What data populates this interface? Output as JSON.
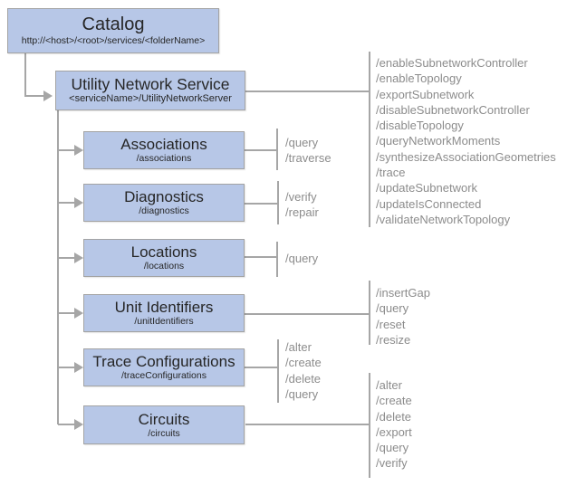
{
  "colors": {
    "box_fill": "#b7c7e7",
    "box_border": "#a3a3a3",
    "connector_line": "#a6a6a6",
    "title_text": "#262626",
    "operation_text": "#8c8c8c"
  },
  "catalog": {
    "title": "Catalog",
    "subtitle": "http://<host>/<root>/services/<folderName>"
  },
  "service": {
    "title": "Utility Network Service",
    "subtitle": "<serviceName>/UtilityNetworkServer",
    "operations": [
      "/enableSubnetworkController",
      "/enableTopology",
      "/exportSubnetwork",
      "/disableSubnetworkController",
      "/disableTopology",
      "/queryNetworkMoments",
      "/synthesizeAssociationGeometries",
      "/trace",
      "/updateSubnetwork",
      "/updateIsConnected",
      "/validateNetworkTopology"
    ]
  },
  "resources": [
    {
      "title": "Associations",
      "subtitle": "/associations",
      "operations": [
        "/query",
        "/traverse"
      ]
    },
    {
      "title": "Diagnostics",
      "subtitle": "/diagnostics",
      "operations": [
        "/verify",
        "/repair"
      ]
    },
    {
      "title": "Locations",
      "subtitle": "/locations",
      "operations": [
        "/query"
      ]
    },
    {
      "title": "Unit Identifiers",
      "subtitle": "/unitIdentifiers",
      "operations": [
        "/insertGap",
        "/query",
        "/reset",
        "/resize"
      ]
    },
    {
      "title": "Trace Configurations",
      "subtitle": "/traceConfigurations",
      "operations": [
        "/alter",
        "/create",
        "/delete",
        "/query"
      ]
    },
    {
      "title": "Circuits",
      "subtitle": "/circuits",
      "operations": [
        "/alter",
        "/create",
        "/delete",
        "/export",
        "/query",
        "/verify"
      ]
    }
  ]
}
